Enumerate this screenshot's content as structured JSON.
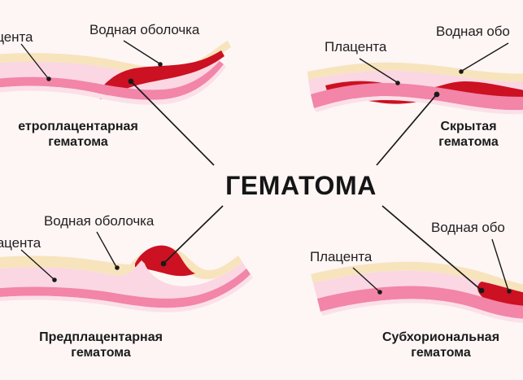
{
  "background_color": "#fdf6f5",
  "center": {
    "title": "ГЕМАТОМА"
  },
  "colors": {
    "background": "#fdf6f5",
    "amniotic_membrane": "#f7e4bd",
    "amniotic_membrane_light": "#faeed6",
    "placenta_body": "#fad7e3",
    "placenta_inner": "#f9cfdd",
    "uterine_wall": "#f285a8",
    "uterine_wall_dark": "#ef6f9b",
    "hematoma_red": "#cc1122",
    "hematoma_red_dark": "#c00f1f",
    "leader_line": "#1a1a1a",
    "text": "#231f20",
    "caption_text": "#1b1b1b"
  },
  "panels": [
    {
      "id": "top-left",
      "caption": "етроплацентарная\nгематома",
      "caption_line1": "етроплацентарная",
      "caption_line2": "гематома",
      "labels": {
        "placenta": "ацента",
        "membrane": "Водная оболочка"
      },
      "hematoma_type": "retroplacental",
      "clipped_left": true
    },
    {
      "id": "top-right",
      "caption_line1": "Скрытая",
      "caption_line2": "гематома",
      "labels": {
        "placenta": "Плацента",
        "membrane": "Водная обо"
      },
      "hematoma_type": "concealed",
      "clipped_right": true
    },
    {
      "id": "bottom-left",
      "caption_line1": "Предплацентарная",
      "caption_line2": "гематома",
      "labels": {
        "placenta": "лацента",
        "membrane": "Водная оболочка"
      },
      "hematoma_type": "preplacental",
      "clipped_left": true
    },
    {
      "id": "bottom-right",
      "caption_line1": "Субхориональная",
      "caption_line2": "гематома",
      "labels": {
        "placenta": "Плацента",
        "membrane": "Водная обо"
      },
      "hematoma_type": "subchorionic",
      "clipped_right": true
    }
  ]
}
